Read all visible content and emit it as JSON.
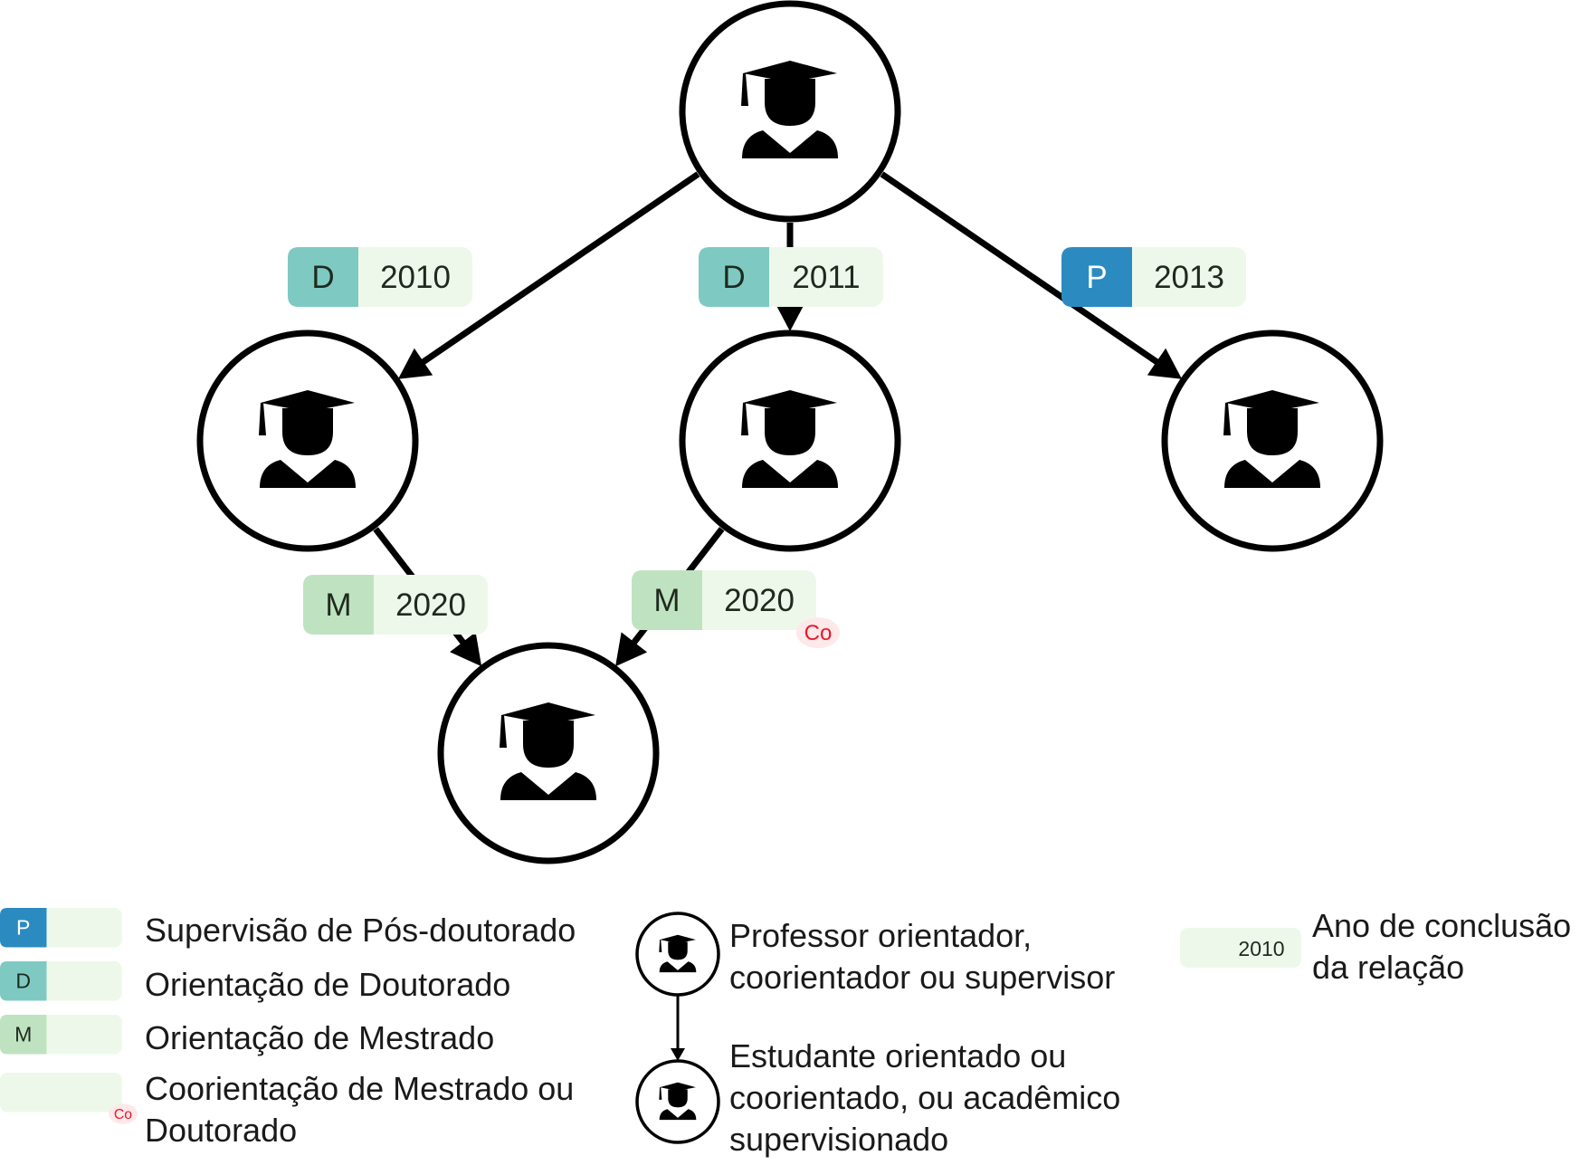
{
  "colors": {
    "postdoc": "#2b8bc1",
    "doctorate": "#7ecac3",
    "masters": "#bfe3c0",
    "year_bg": "#eef8ea",
    "co_text": "#e8192c",
    "co_bg": "#fde8ea",
    "stroke": "#000000"
  },
  "nodes": [
    {
      "id": "n-top",
      "icon": "graduate-icon"
    },
    {
      "id": "n-left",
      "icon": "graduate-icon"
    },
    {
      "id": "n-mid",
      "icon": "graduate-icon"
    },
    {
      "id": "n-right",
      "icon": "graduate-icon"
    },
    {
      "id": "n-bottom",
      "icon": "graduate-icon"
    }
  ],
  "edges": [
    {
      "from": "n-top",
      "to": "n-left",
      "type": "D",
      "year": "2010",
      "co": ""
    },
    {
      "from": "n-top",
      "to": "n-mid",
      "type": "D",
      "year": "2011",
      "co": ""
    },
    {
      "from": "n-top",
      "to": "n-right",
      "type": "P",
      "year": "2013",
      "co": ""
    },
    {
      "from": "n-left",
      "to": "n-bottom",
      "type": "M",
      "year": "2020",
      "co": ""
    },
    {
      "from": "n-mid",
      "to": "n-bottom",
      "type": "M",
      "year": "2020",
      "co": "Co"
    }
  ],
  "legend": {
    "types": [
      {
        "code": "P",
        "label": "Supervisão de Pós-doutorado"
      },
      {
        "code": "D",
        "label": "Orientação de Doutorado"
      },
      {
        "code": "M",
        "label": "Orientação de Mestrado"
      },
      {
        "code": "",
        "co": "Co",
        "label": "Coorientação de Mestrado ou\nDoutorado"
      }
    ],
    "professor": "Professor orientador,\ncoorientador ou supervisor",
    "student": "Estudante orientado ou\ncoorientado, ou acadêmico\nsupervisionado",
    "year_sample": "2010",
    "year_label": "Ano de conclusão\nda relação"
  }
}
